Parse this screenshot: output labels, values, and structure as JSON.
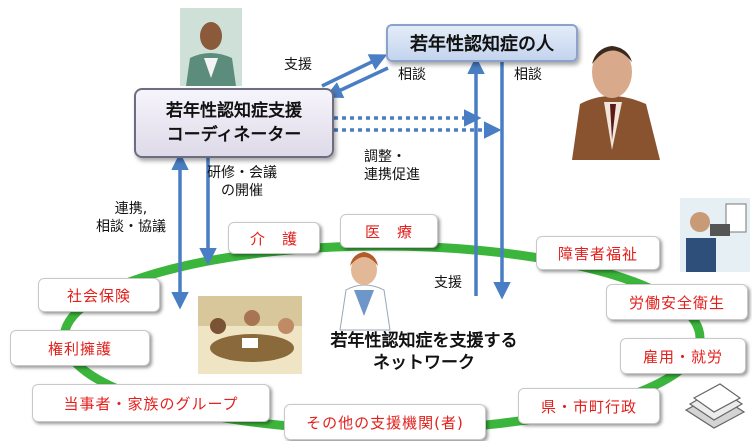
{
  "nodes": {
    "person": "若年性認知症の人",
    "coordinator_line1": "若年性認知症支援",
    "coordinator_line2": "コーディネーター"
  },
  "labels": {
    "support_top": "支援",
    "consult_a": "相談",
    "consult_b": "相談",
    "training_line1": "研修・会議",
    "training_line2": "の開催",
    "coordinate_line1": "調整・",
    "coordinate_line2": "連携促進",
    "cooperate_line1": "連携,",
    "cooperate_line2": "相談・協議",
    "support_bottom": "支援"
  },
  "network": {
    "title_line1": "若年性認知症を支援する",
    "title_line2": "ネットワーク",
    "members": {
      "care": "介　護",
      "medical": "医　療",
      "disability": "障害者福祉",
      "labor_safety": "労働安全衛生",
      "employment": "雇用・就労",
      "government": "県・市町行政",
      "other_orgs": "その他の支援機関(者)",
      "family_group": "当事者・家族のグループ",
      "advocacy": "権利擁護",
      "social_insurance": "社会保険"
    }
  },
  "colors": {
    "arrow": "#4a7ec4",
    "network_ring": "#3bb53b",
    "member_text": "#e3201c"
  }
}
